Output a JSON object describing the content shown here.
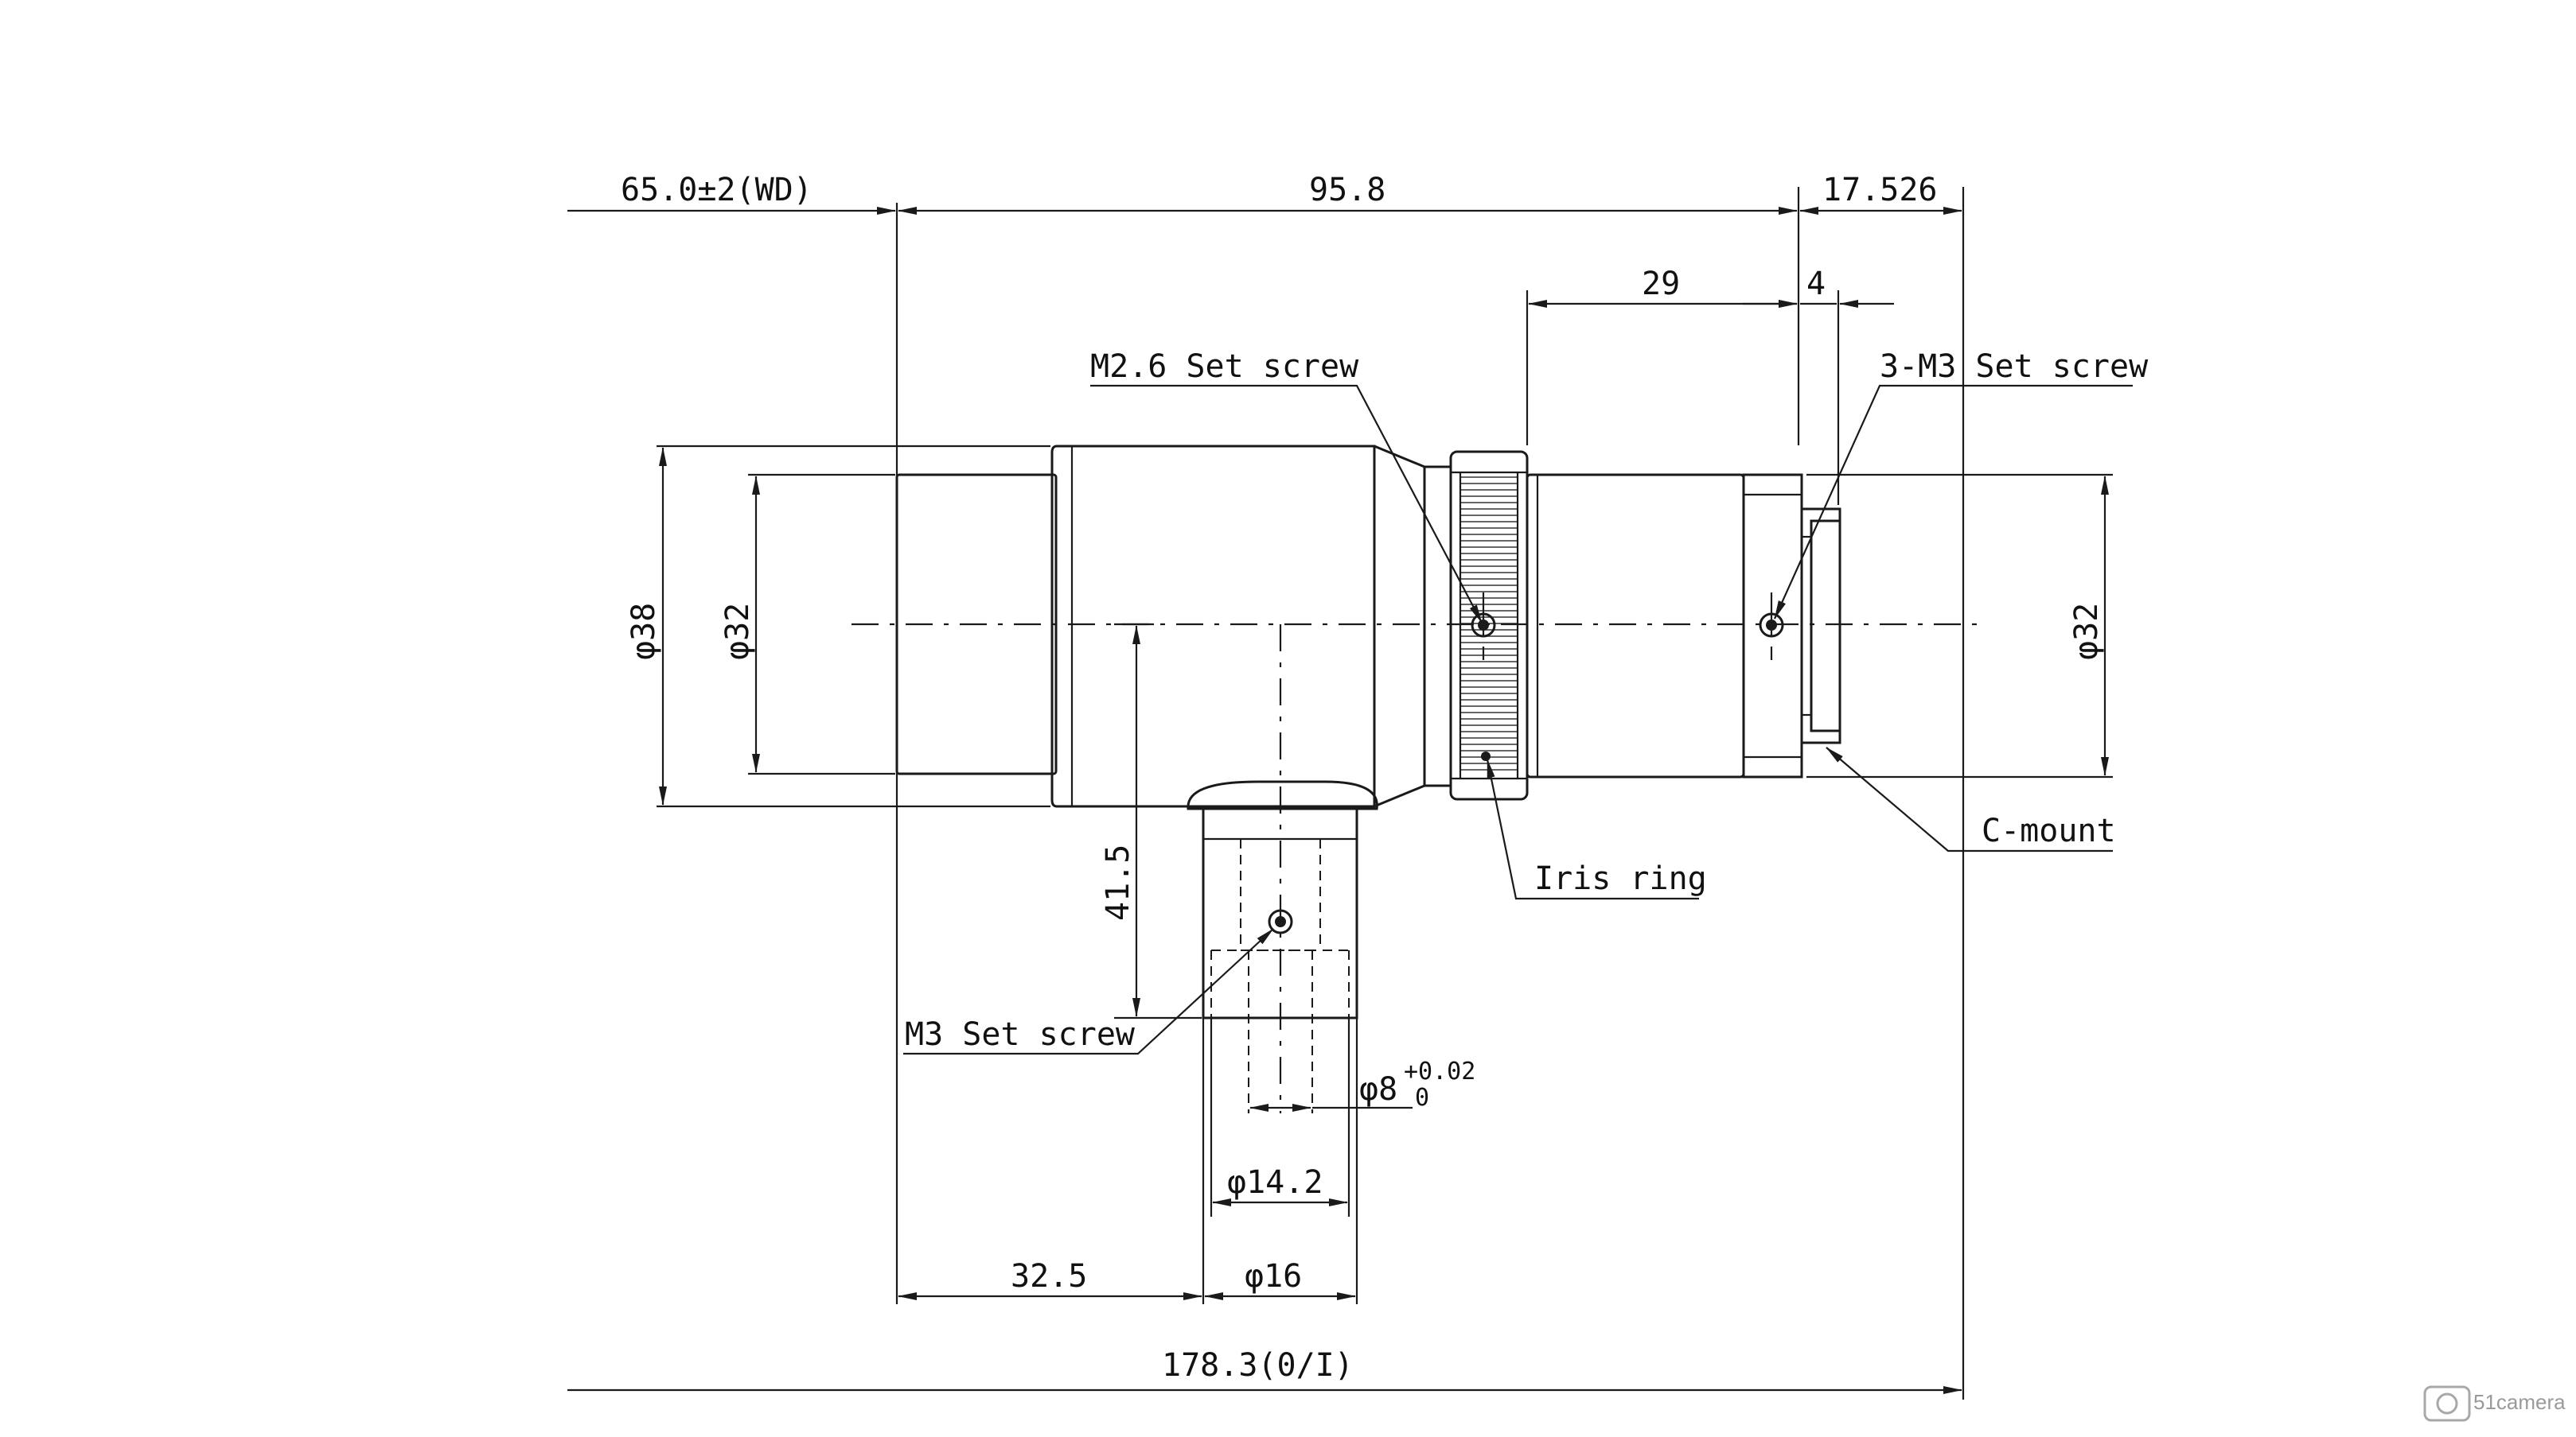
{
  "dimensions": {
    "working_distance": "65.0±2(WD)",
    "lens_length": "95.8",
    "flange_back": "17.526",
    "length_29": "29",
    "length_4": "4",
    "diameter_38": "φ38",
    "diameter_32_left": "φ32",
    "diameter_32_right": "φ32",
    "height_41_5": "41.5",
    "shaft_diameter": "φ8",
    "shaft_tol_upper": "+0.02",
    "shaft_tol_lower": "0",
    "diameter_14_2": "φ14.2",
    "diameter_16": "φ16",
    "offset_32_5": "32.5",
    "total_length": "178.3(0/I)"
  },
  "callouts": {
    "m26_set_screw": "M2.6 Set screw",
    "m3_set_screw_3x": "3-M3 Set screw",
    "m3_set_screw": "M3 Set screw",
    "iris_ring": "Iris ring",
    "c_mount": "C-mount"
  },
  "watermark": {
    "brand": "51camera"
  },
  "colors": {
    "line": "#1a1a1a",
    "background": "#ffffff",
    "watermark": "#9a9a9a"
  }
}
